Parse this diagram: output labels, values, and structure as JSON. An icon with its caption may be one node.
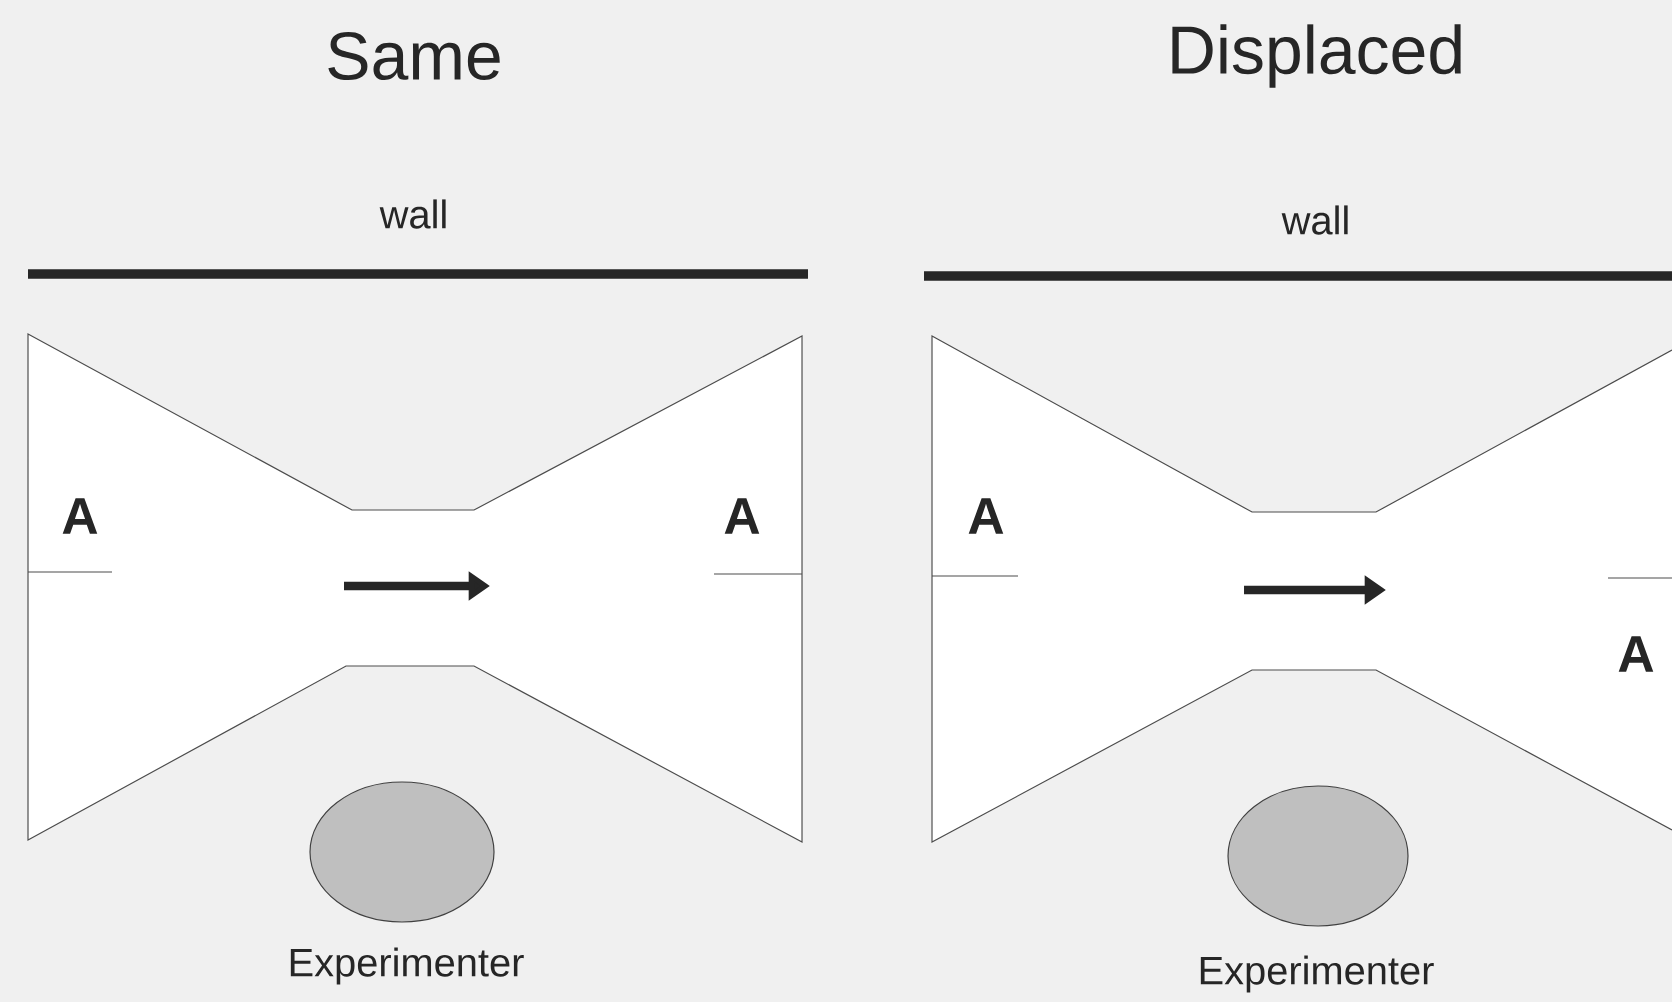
{
  "diagram": {
    "nodes": [
      {
        "text": [],
        "shape": "ellipse",
        "beside": [
          "Experimenter"
        ]
      },
      {
        "text": [],
        "shape": "ellipse",
        "beside": [
          "Experimenter"
        ]
      }
    ],
    "labels": [
      "Same",
      "Displaced",
      "wall",
      "wall",
      "A",
      "A",
      "A",
      "A"
    ]
  }
}
